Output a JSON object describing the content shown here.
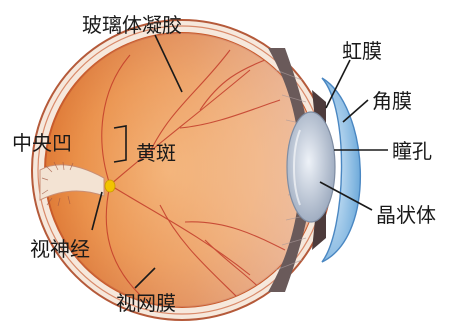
{
  "labels": {
    "vitreous": "玻璃体凝胶",
    "iris": "虹膜",
    "cornea": "角膜",
    "fovea": "中央凹",
    "macula": "黄斑",
    "pupil": "瞳孔",
    "lens": "晶状体",
    "optic_nerve": "视神经",
    "retina": "视网膜"
  },
  "colors": {
    "sclera": "#f6e8dc",
    "retina_inner": "#e9873a",
    "retina_edge": "#c85a2a",
    "vessel": "#c23b2a",
    "cornea": "#9cc6ea",
    "lens": "#c8d3e3",
    "ciliary": "#6a5a5a",
    "macula_spot": "#f2c400"
  }
}
